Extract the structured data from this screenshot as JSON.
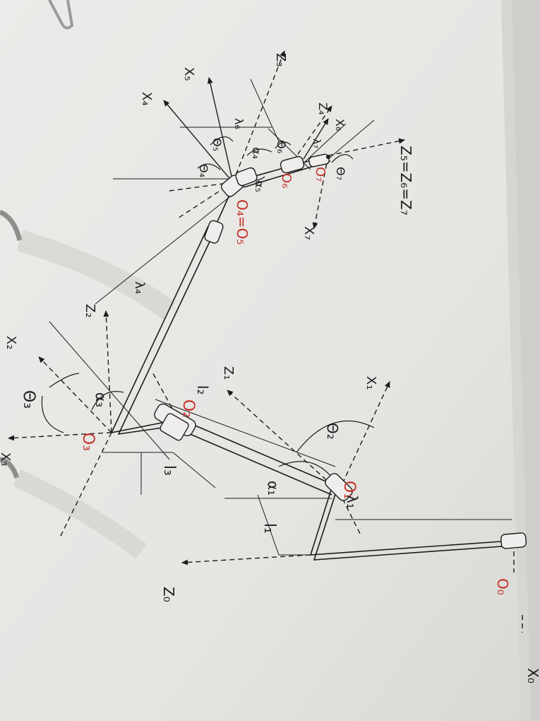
{
  "labels": {
    "X0": "X₀",
    "Z0": "Z₀",
    "O0": "O₀",
    "l1": "l₁",
    "alpha1": "α₁",
    "O1": "O₁",
    "lambda1": "λ₁",
    "Theta2": "Θ₂",
    "X1": "X₁",
    "Z1": "Z₁",
    "l2": "l₂",
    "O2": "O₂",
    "l3": "l₃",
    "O3": "O₃",
    "alpha3": "α₃",
    "Theta3": "Θ₃",
    "X2": "X₂",
    "Z2": "Z₂",
    "X3": "X₃",
    "lambda4": "λ₄",
    "O4O5": "O₄=O₅",
    "X7": "X₇",
    "Theta4": "Θ₄",
    "alpha5": "α₅",
    "Theta5": "Θ₅",
    "alpha4": "α₄",
    "X4": "X₄",
    "X5": "X₅",
    "lambda6": "λ₆",
    "Theta6": "Θ₆",
    "O6": "O₆",
    "lambda7": "λ₇",
    "Z4": "Z₄",
    "X6": "X₆",
    "O7": "O₇",
    "Theta7": "Θ₇",
    "Z3": "Z₃",
    "Z5Z6Z7": "Z₅=Z₆=Z₇"
  },
  "colors": {
    "ink": "#1c1c1c",
    "red_label": "#c4322a",
    "paper": "#e9e8e6",
    "background": "#4a4744"
  }
}
